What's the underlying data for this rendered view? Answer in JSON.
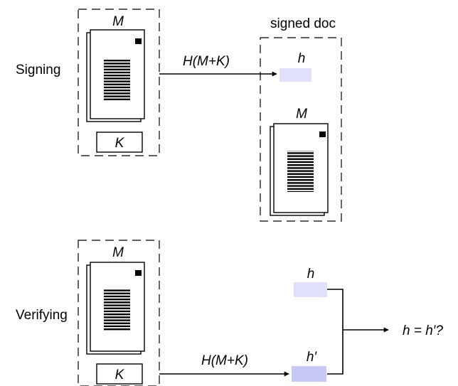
{
  "signing": {
    "row_label": "Signing",
    "message_label": "M",
    "key_label": "K",
    "hash_label": "H(M+K)",
    "output_title": "signed doc",
    "hash_value_label": "h",
    "signed_message_label": "M"
  },
  "verifying": {
    "row_label": "Verifying",
    "message_label": "M",
    "key_label": "K",
    "hash_label": "H(M+K)",
    "received_hash_label": "h",
    "computed_hash_label": "h′",
    "comparison_label": "h = h′?"
  },
  "colors": {
    "received_hash_fill": "#e0e0fa",
    "computed_hash_fill": "#c8c8f5"
  }
}
